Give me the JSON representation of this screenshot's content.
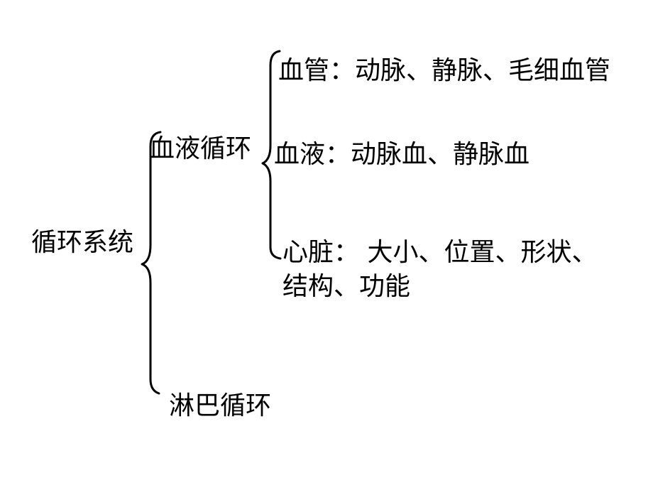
{
  "tree": {
    "root": "循环系统",
    "blood_circulation": {
      "label": "血液循环",
      "children": {
        "vessels": "血管：动脉、静脉、毛细血管",
        "blood": "血液：动脉血、静脉血",
        "heart_line1": "心脏： 大小、位置、形状、",
        "heart_line2": "结构、功能"
      }
    },
    "lymph_circulation": {
      "label": "淋巴循环"
    }
  },
  "colors": {
    "text": "#000000",
    "background": "#ffffff"
  }
}
